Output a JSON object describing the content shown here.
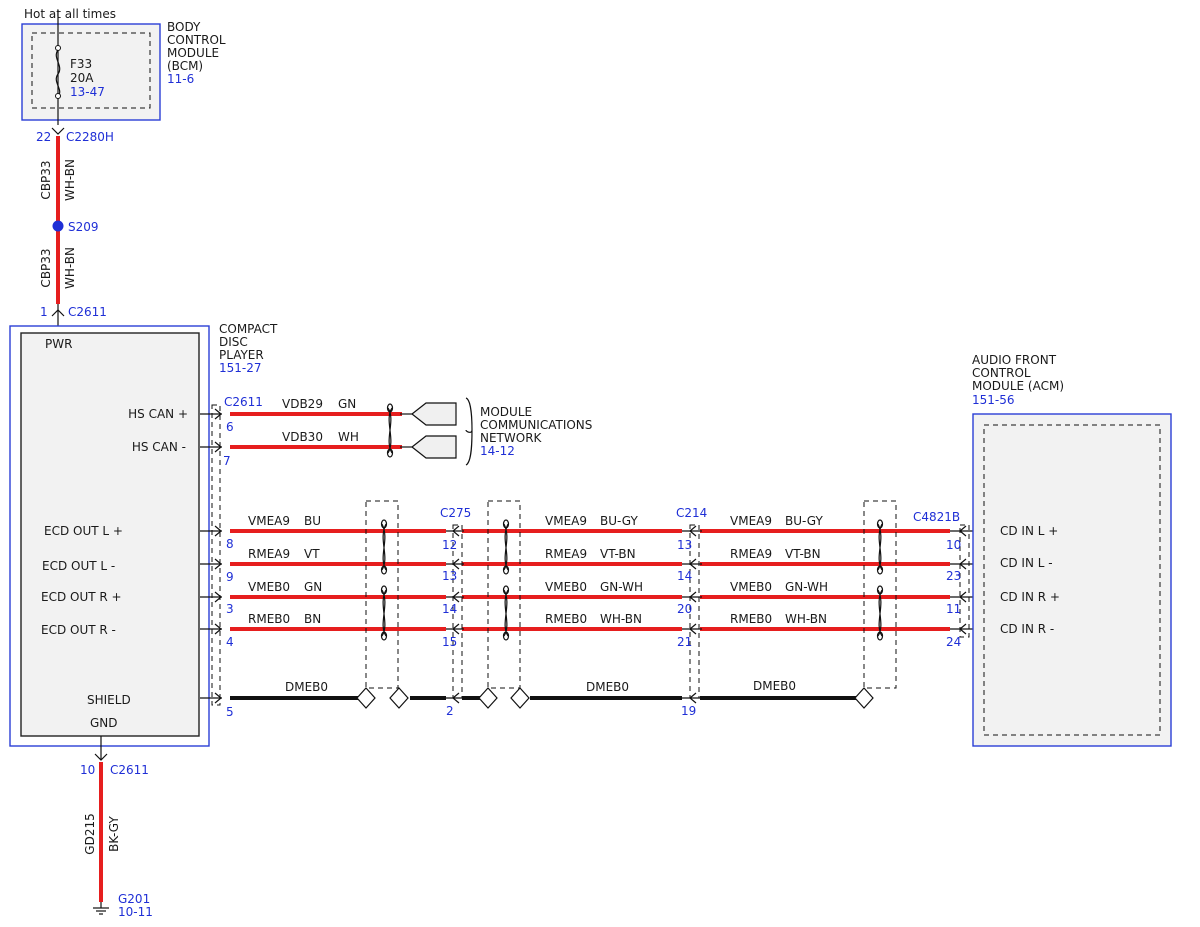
{
  "top_note": "Hot at all times",
  "bcm": {
    "name_lines": [
      "BODY",
      "CONTROL",
      "MODULE",
      "(BCM)"
    ],
    "ref": "11-6",
    "fuse_name": "F33",
    "fuse_rating": "20A",
    "fuse_ref": "13-47",
    "connector_pin": "22",
    "connector": "C2280H"
  },
  "power_feed": {
    "circuit": "CBP33",
    "color": "WH-BN",
    "splice": "S209"
  },
  "cd_player": {
    "name_lines": [
      "COMPACT",
      "DISC",
      "PLAYER"
    ],
    "ref": "151-27",
    "pwr_label": "PWR",
    "pwr_pin": "1",
    "pwr_connector": "C2611",
    "signal_connector": "C2611",
    "pins": [
      {
        "label": "HS CAN +",
        "pin": "6"
      },
      {
        "label": "HS CAN -",
        "pin": "7"
      },
      {
        "label": "ECD OUT L +",
        "pin": "8"
      },
      {
        "label": "ECD OUT L -",
        "pin": "9"
      },
      {
        "label": "ECD OUT R +",
        "pin": "3"
      },
      {
        "label": "ECD OUT R -",
        "pin": "4"
      },
      {
        "label": "SHIELD",
        "pin": "5"
      }
    ],
    "gnd_label": "GND",
    "gnd_pin": "10",
    "gnd_connector": "C2611"
  },
  "can": {
    "wires": [
      {
        "circuit": "VDB29",
        "color": "GN"
      },
      {
        "circuit": "VDB30",
        "color": "WH"
      }
    ],
    "network_lines": [
      "MODULE",
      "COMMUNICATIONS",
      "NETWORK"
    ],
    "network_ref": "14-12"
  },
  "audio": {
    "inline_connectors": [
      "C275",
      "C214",
      "C4821B"
    ],
    "rows": [
      {
        "seg1": {
          "circuit": "VMEA9",
          "color": "BU"
        },
        "c275_pin": "12",
        "seg2": {
          "circuit": "VMEA9",
          "color": "BU-GY"
        },
        "c214_pin": "13",
        "seg3": {
          "circuit": "VMEA9",
          "color": "BU-GY"
        },
        "acm_pin": "10",
        "acm_label": "CD IN L +"
      },
      {
        "seg1": {
          "circuit": "RMEA9",
          "color": "VT"
        },
        "c275_pin": "13",
        "seg2": {
          "circuit": "RMEA9",
          "color": "VT-BN"
        },
        "c214_pin": "14",
        "seg3": {
          "circuit": "RMEA9",
          "color": "VT-BN"
        },
        "acm_pin": "23",
        "acm_label": "CD IN L -"
      },
      {
        "seg1": {
          "circuit": "VMEB0",
          "color": "GN"
        },
        "c275_pin": "14",
        "seg2": {
          "circuit": "VMEB0",
          "color": "GN-WH"
        },
        "c214_pin": "20",
        "seg3": {
          "circuit": "VMEB0",
          "color": "GN-WH"
        },
        "acm_pin": "11",
        "acm_label": "CD IN R +"
      },
      {
        "seg1": {
          "circuit": "RMEB0",
          "color": "BN"
        },
        "c275_pin": "15",
        "seg2": {
          "circuit": "RMEB0",
          "color": "WH-BN"
        },
        "c214_pin": "21",
        "seg3": {
          "circuit": "RMEB0",
          "color": "WH-BN"
        },
        "acm_pin": "24",
        "acm_label": "CD IN R -"
      }
    ],
    "shield": {
      "circuit": "DMEB0",
      "c275_pin": "2",
      "c214_pin": "19"
    }
  },
  "acm": {
    "name_lines": [
      "AUDIO FRONT",
      "CONTROL",
      "MODULE (ACM)"
    ],
    "ref": "151-56"
  },
  "ground": {
    "circuit": "GD215",
    "color": "BK-GY",
    "ground_point": "G201",
    "ground_ref": "10-11"
  },
  "colors": {
    "wire_power": "#e61e1e",
    "wire_shield": "#111111",
    "reference_text": "#1f2fd6",
    "module_border": "#2a3fd6",
    "module_fill": "#f2f2f2"
  }
}
